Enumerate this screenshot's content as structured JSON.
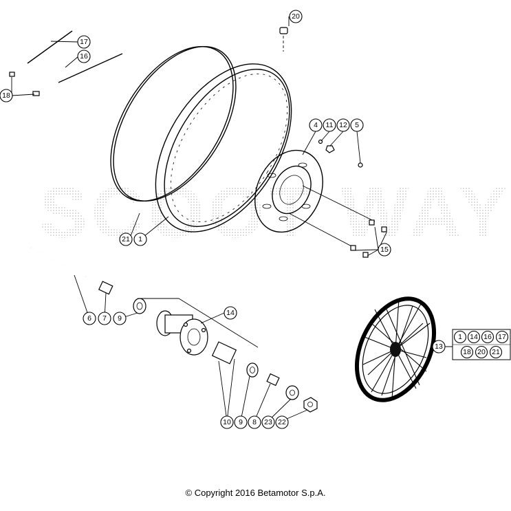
{
  "watermark": {
    "text": "SCOOT WAY",
    "color": "#b8b8b8"
  },
  "callouts": {
    "c1": "1",
    "c4": "4",
    "c5": "5",
    "c6": "6",
    "c7": "7",
    "c8": "8",
    "c9a": "9",
    "c9b": "9",
    "c10": "10",
    "c11": "11",
    "c12": "12",
    "c13": "13",
    "c14": "14",
    "c15": "15",
    "c16": "16",
    "c17": "17",
    "c18": "18",
    "c20": "20",
    "c21": "21",
    "c22": "22",
    "c23": "23"
  },
  "kit_box": {
    "row1": [
      "1",
      "14",
      "16",
      "17"
    ],
    "row2": [
      "18",
      "20",
      "21"
    ]
  },
  "copyright": "© Copyright 2016 Betamotor S.p.A."
}
